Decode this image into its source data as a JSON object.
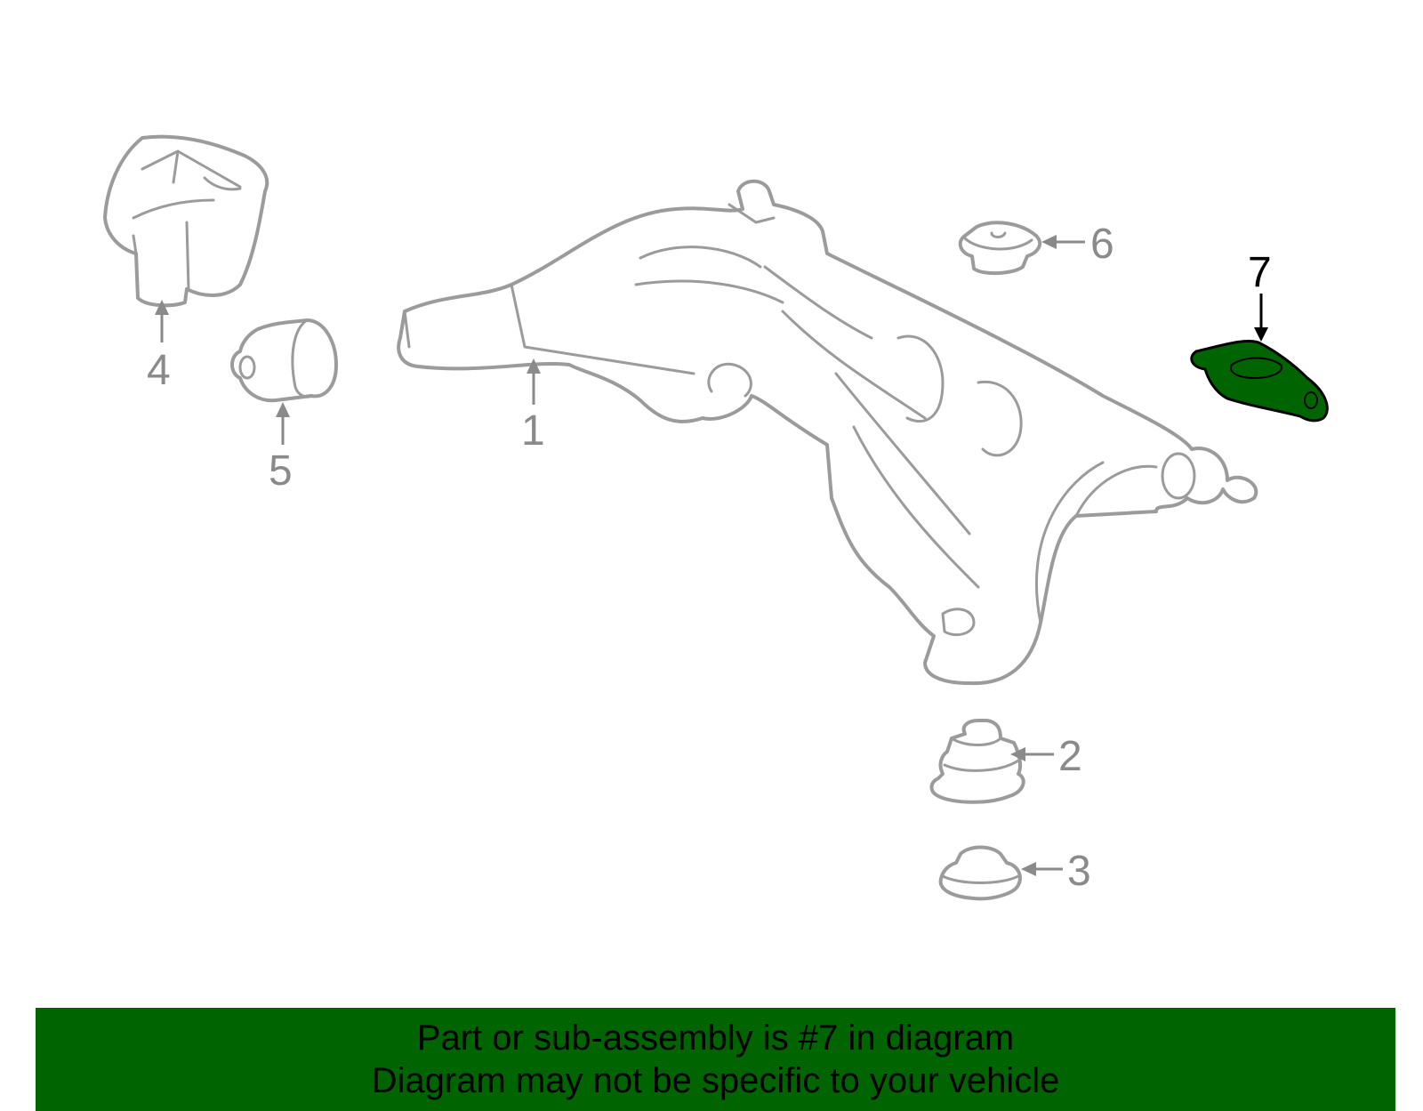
{
  "diagram": {
    "highlight_color": "#006400",
    "outline_color": "#9b9b9b",
    "callouts": [
      {
        "id": "1",
        "label": "1"
      },
      {
        "id": "2",
        "label": "2"
      },
      {
        "id": "3",
        "label": "3"
      },
      {
        "id": "4",
        "label": "4"
      },
      {
        "id": "5",
        "label": "5"
      },
      {
        "id": "6",
        "label": "6"
      },
      {
        "id": "7",
        "label": "7",
        "highlighted": true
      }
    ]
  },
  "banner": {
    "line1": "Part or sub-assembly is #7 in diagram",
    "line2": "Diagram may not be specific to your vehicle",
    "background": "#006400"
  }
}
